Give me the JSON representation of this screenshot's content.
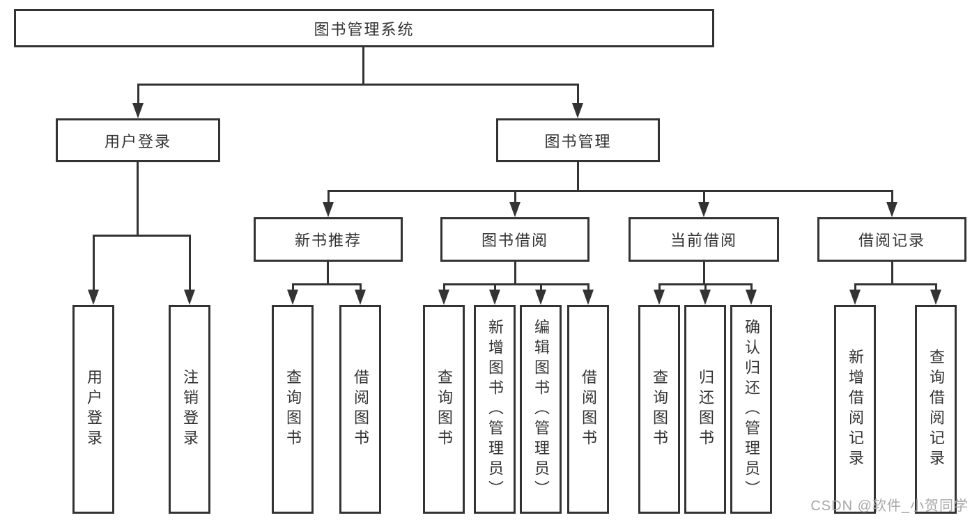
{
  "tree": {
    "root": "图书管理系统",
    "branches": [
      {
        "label": "用户登录",
        "leaves": [
          "用户登录",
          "注销登录"
        ]
      },
      {
        "label": "图书管理",
        "groups": [
          {
            "label": "新书推荐",
            "leaves": [
              "查询图书",
              "借阅图书"
            ]
          },
          {
            "label": "图书借阅",
            "leaves": [
              "查询图书",
              "新增图书（管理员）",
              "编辑图书（管理员）",
              "借阅图书"
            ]
          },
          {
            "label": "当前借阅",
            "leaves": [
              "查询图书",
              "归还图书",
              "确认归还（管理员）"
            ]
          },
          {
            "label": "借阅记录",
            "leaves": [
              "新增借阅记录",
              "查询借阅记录"
            ]
          }
        ]
      }
    ]
  },
  "watermark": "CSDN @软件_小贺同学",
  "colors": {
    "line": "#333333",
    "text": "#333333",
    "watermark": "#a8a8a8",
    "background": "#ffffff"
  }
}
